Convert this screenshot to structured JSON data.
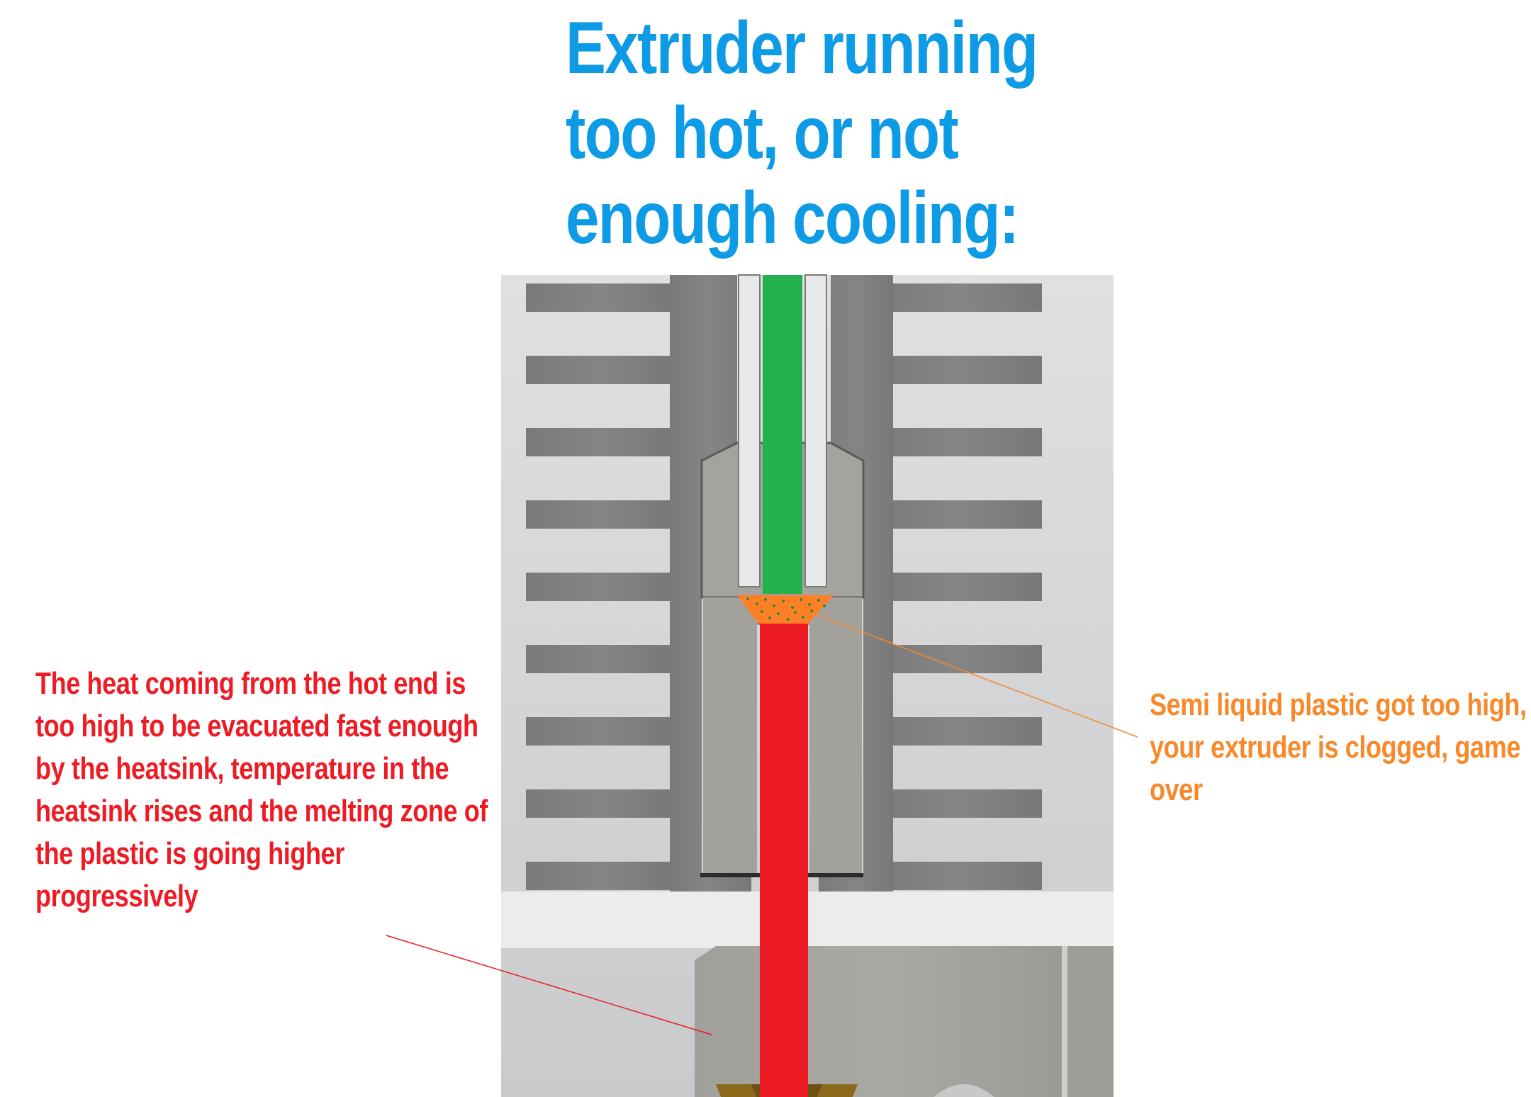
{
  "title": "Extruder running too hot, or not enough cooling:",
  "annotations": {
    "left": "The heat coming from the hot end is too high to be evacuated fast enough by the heatsink, temperature in the heatsink rises and the melting zone of the plastic is going higher progressively",
    "right": "Semi liquid plastic got too high, your extruder is clogged, game over"
  },
  "colors": {
    "title": "#0d9be6",
    "left_text": "#ee1b24",
    "right_text": "#f7892b",
    "solid_filament": "#22b14c",
    "molten_filament": "#ed1c24",
    "semi_liquid": "#ff7f27",
    "heatsink": "#7f7f7f",
    "background_panel": "#d7d8da"
  }
}
